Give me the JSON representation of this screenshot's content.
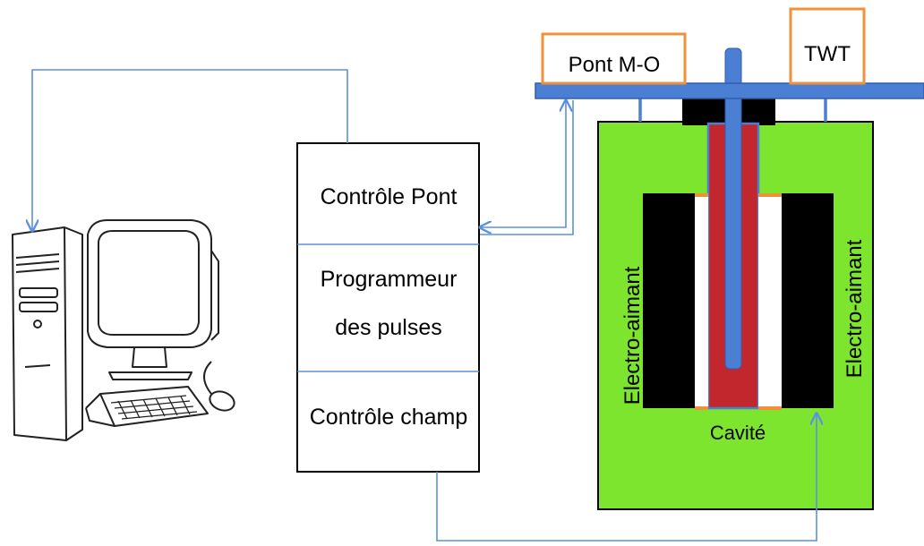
{
  "control_box": {
    "section1": "Contrôle Pont",
    "section2_line1": "Programmeur",
    "section2_line2": "des pulses",
    "section3": "Contrôle champ"
  },
  "bridge_label": "Pont M-O",
  "twt_label": "TWT",
  "magnet_left_label": "Electro-aimant",
  "magnet_right_label": "Electro-aimant",
  "cavity_label": "Cavité",
  "icons": [
    "computer-icon"
  ],
  "colors": {
    "magnet_housing": "#7ee52e",
    "cavity": "#c1272d",
    "waveguide": "#4a7fd4",
    "connector_line": "#5b8fe0",
    "label_border": "#f0913a",
    "magnet_pole": "#000000"
  }
}
